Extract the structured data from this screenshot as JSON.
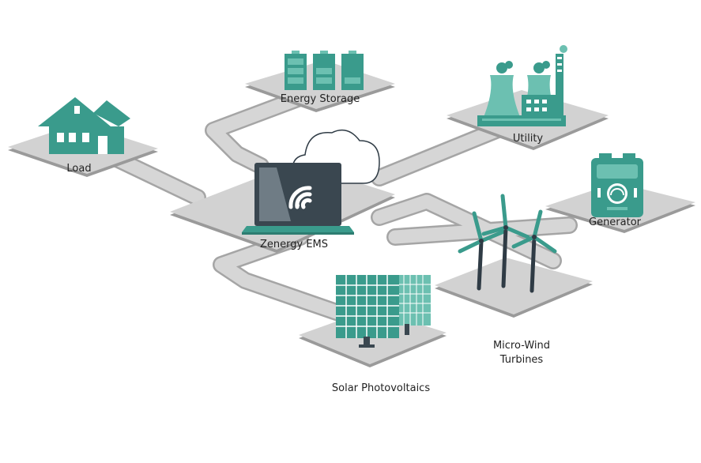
{
  "colors": {
    "teal": "#3a9b8c",
    "teal_light": "#6cc0b1",
    "tile": "#cfcfcf",
    "tile_edge": "#9a9a9a",
    "road": "#c9c9c9",
    "dark": "#3a4750"
  },
  "nodes": {
    "load": {
      "label": "Load",
      "icon": "house-icon"
    },
    "energy_storage": {
      "label": "Energy Storage",
      "icon": "battery-icon"
    },
    "utility": {
      "label": "Utility",
      "icon": "power-plant-icon"
    },
    "ems": {
      "label": "Zenergy EMS",
      "icon": "laptop-wifi-icon"
    },
    "generator": {
      "label": "Generator",
      "icon": "generator-icon"
    },
    "wind": {
      "label_line1": "Micro-Wind",
      "label_line2": "Turbines",
      "icon": "wind-turbine-icon"
    },
    "solar": {
      "label": "Solar Photovoltaics",
      "icon": "solar-panel-icon"
    }
  }
}
